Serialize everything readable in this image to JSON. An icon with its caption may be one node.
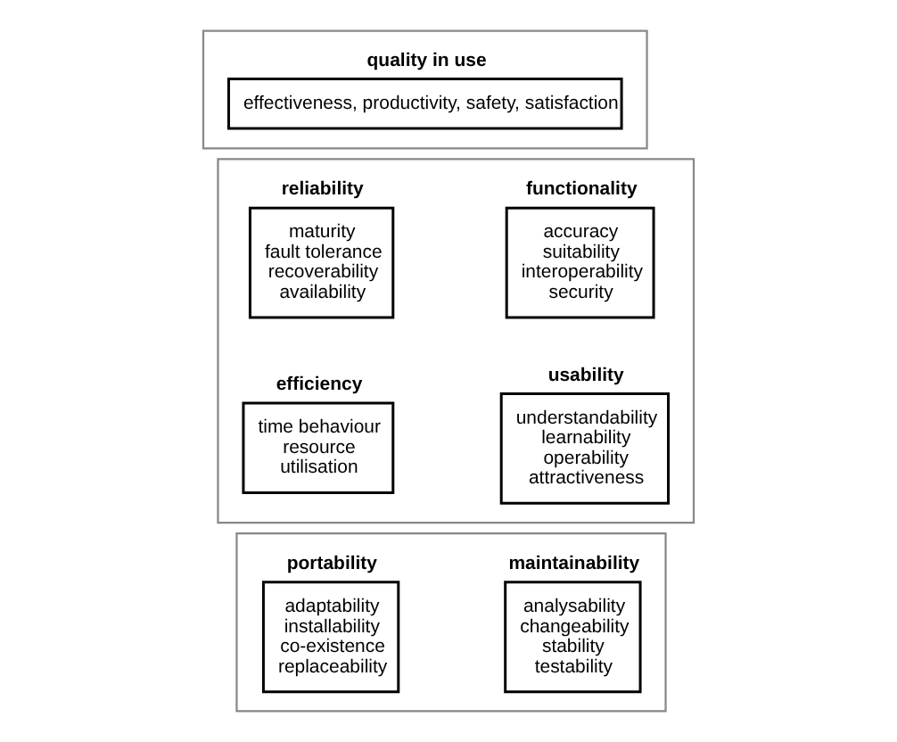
{
  "diagram": {
    "nodes": [
      {
        "text": [],
        "shape": "box"
      },
      {
        "text": [
          "quality in use",
          "effectiveness, productivity, safety, satisfaction"
        ],
        "in": 0
      },
      {
        "text": [],
        "shape": "box"
      },
      {
        "text": [
          "functionality",
          "accuracy",
          "suitability",
          "interoperability",
          "security"
        ],
        "in": 2
      },
      {
        "text": [
          "reliability",
          "maturity",
          "fault tolerance",
          "recoverability",
          "availability"
        ],
        "in": 2
      },
      {
        "text": [
          "usability",
          "understandability",
          "learnability",
          "operability",
          "attractiveness"
        ],
        "in": 2
      },
      {
        "text": [
          "efficiency",
          "time behaviour",
          "resource",
          "utilisation"
        ],
        "in": 2
      },
      {
        "text": [],
        "shape": "box"
      },
      {
        "text": [
          "maintainability",
          "analysability",
          "changeability",
          "stability",
          "testability"
        ],
        "in": 7
      },
      {
        "text": [
          "portability",
          "adaptability",
          "installability",
          "co-existence",
          "replaceability"
        ],
        "in": 7
      }
    ],
    "edges": []
  }
}
